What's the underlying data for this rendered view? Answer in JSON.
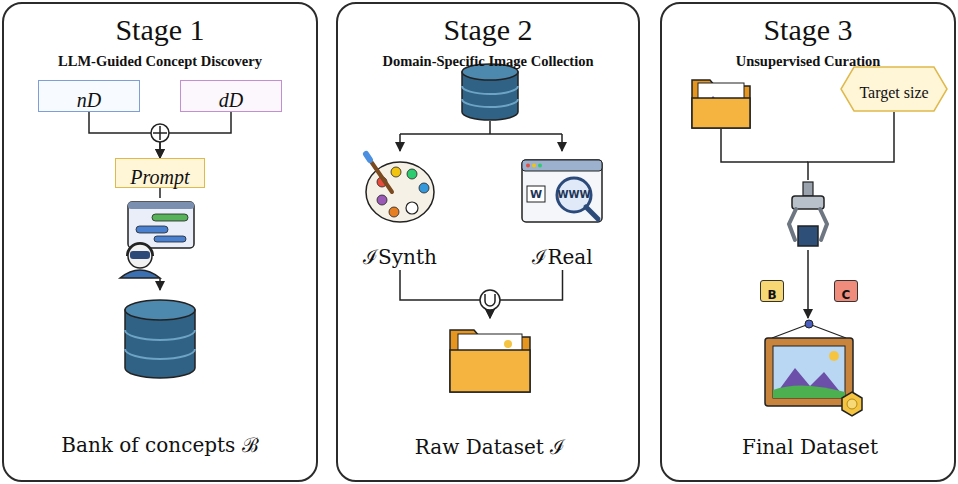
{
  "diagram": {
    "nodes": [
      {
        "text": [
          "Stage 1",
          "LLM-Guided Concept Discovery"
        ]
      },
      {
        "text": [
          "nD"
        ],
        "in": 0
      },
      {
        "text": [
          "dD"
        ],
        "in": 0
      },
      {
        "text": [
          "Prompt"
        ],
        "in": 0
      },
      {
        "text": [
          "Bank of concepts ℬ"
        ],
        "in": 0
      },
      {
        "text": [
          "Stage 2",
          "Domain-Specific Image Collection"
        ]
      },
      {
        "text": [
          "ℐSynth"
        ],
        "in": 5
      },
      {
        "text": [
          "ℐReal"
        ],
        "in": 5
      },
      {
        "text": [
          "Raw Dataset ℐ"
        ],
        "in": 5
      },
      {
        "text": [
          "Stage 3",
          "Unsupervised Curation"
        ]
      },
      {
        "text": [
          "Target size"
        ],
        "in": 9
      },
      {
        "text": [
          "B"
        ],
        "in": 9
      },
      {
        "text": [
          "C"
        ],
        "in": 9
      },
      {
        "text": [
          "Final Dataset"
        ],
        "in": 9
      }
    ],
    "edges": [
      {
        "from": 1,
        "to": 3,
        "arrow": "to"
      },
      {
        "from": 2,
        "to": 3,
        "arrow": "to"
      },
      {
        "from": 3,
        "to": 4,
        "arrow": "to"
      },
      {
        "from": 6,
        "to": 8,
        "arrow": "to"
      },
      {
        "from": 7,
        "to": 8,
        "arrow": "to"
      },
      {
        "from": 10,
        "to": 13,
        "arrow": "to"
      }
    ],
    "labels": [
      "W",
      "WWW"
    ]
  }
}
